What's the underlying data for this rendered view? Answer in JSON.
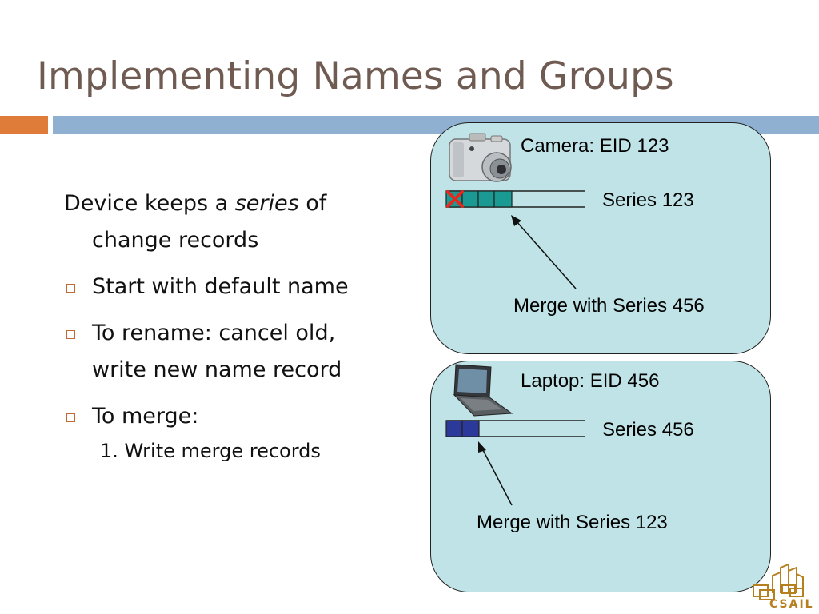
{
  "slide": {
    "title": "Implementing Names and Groups"
  },
  "bullets": {
    "intro_before": "Device keeps a ",
    "intro_italic": "series",
    "intro_after": " of",
    "intro_line2": "change records",
    "item1": "Start with default name",
    "item2_line1": "To rename: cancel old,",
    "item2_line2": "write new name record",
    "item3": "To merge:",
    "sub1": "1. Write merge records"
  },
  "camera_panel": {
    "device_label": "Camera: EID 123",
    "series_label": "Series 123",
    "merge_label": "Merge with Series 456",
    "icon": "camera-icon",
    "cancel_mark": "red-x-icon",
    "record_color": "#1a9a93"
  },
  "laptop_panel": {
    "device_label": "Laptop: EID 456",
    "series_label": "Series 456",
    "merge_label": "Merge with Series 123",
    "icon": "laptop-icon",
    "record_color": "#2b3a9a"
  },
  "logo": {
    "text": "CSAIL"
  },
  "colors": {
    "title": "#6f5b52",
    "accent_orange": "#e07c3a",
    "accent_blue": "#8fb0d0",
    "panel_bg": "#bfe3e6"
  }
}
